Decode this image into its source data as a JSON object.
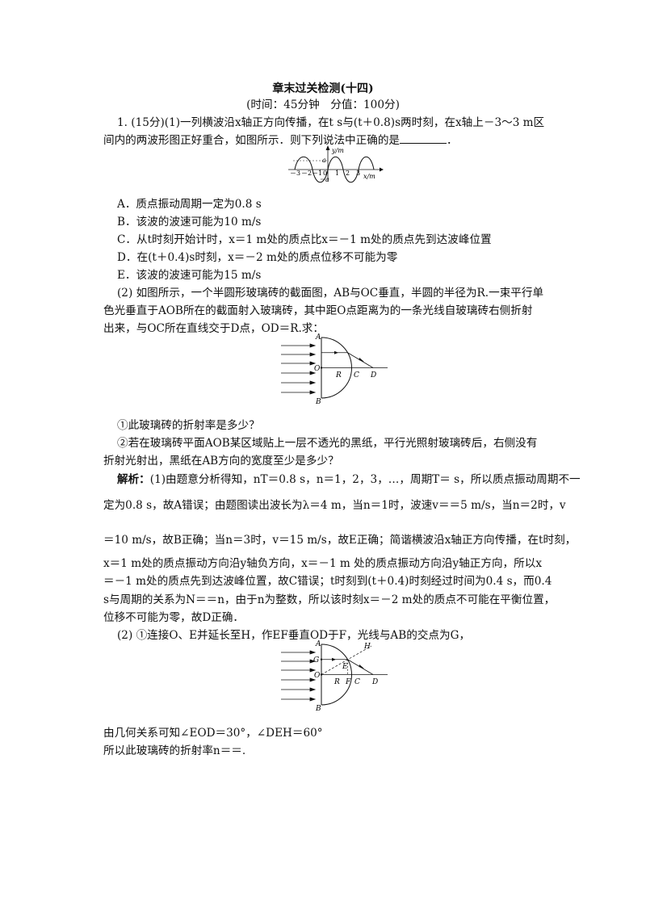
{
  "header": {
    "title": "章末过关检测(十四)",
    "subtitle": "(时间：45分钟　分值：100分)"
  },
  "q1": {
    "stem_l1": "1. (15分)(1)一列横波沿x轴正方向传播，在t s与(t＋0.8)s两时刻，在x轴上－3～3 m区",
    "stem_l2": "间内的两波形图正好重合，如图所示．则下列说法中正确的是",
    "stem_l2_end": "．",
    "options": [
      "A．质点振动周期一定为0.8 s",
      "B．该波的波速可能为10 m/s",
      "C．从t时刻开始计时，x＝1 m处的质点比x＝－1 m处的质点先到达波峰位置",
      "D．在(t＋0.4)s时刻，x＝－2 m处的质点位移不可能为零",
      "E．该波的波速可能为15 m/s"
    ],
    "part2_l1": "(2) 如图所示，一个半圆形玻璃砖的截面图，AB与OC垂直，半圆的半径为R.一束平行单",
    "part2_l2": "色光垂直于AOB所在的截面射入玻璃砖，其中距O点距离为的一条光线自玻璃砖右侧折射",
    "part2_l3": "出来，与OC所在直线交于D点，OD＝R.求：",
    "sub1": "①此玻璃砖的折射率是多少？",
    "sub2_l1": "②若在玻璃砖平面AOB某区域贴上一层不透光的黑纸，平行光照射玻璃砖后，右侧没有",
    "sub2_l2": "折射光射出，黑纸在AB方向的宽度至少是多少？"
  },
  "wave_figure": {
    "y_label": "y/m",
    "x_label": "x/m",
    "amp_pos": "a",
    "amp_neg": "－a",
    "ticks": [
      "－3",
      "－2",
      "－1",
      "0",
      "1",
      "2",
      "3"
    ]
  },
  "fig_labels": {
    "A": "A",
    "O": "O",
    "B": "B",
    "R": "R",
    "C": "C",
    "D": "D",
    "G": "G",
    "E": "E",
    "F": "F",
    "H": "H"
  },
  "solution": {
    "label": "解析：",
    "l1_rest": "(1)由题意分析得知，nT＝0.8 s，n＝1，2，3，…，周期T＝  s，所以质点振动周期不一",
    "l2": "定为0.8 s，故A错误；由题图读出波长为λ＝4 m，当n＝1时，波速v＝＝5  m/s，当n＝2时，v",
    "l3": "＝10 m/s，故B正确；当n＝3时，v＝15 m/s，故E正确；简谐横波沿x轴正方向传播，在t时刻，",
    "l4": "x＝1 m处的质点振动方向沿y轴负方向，x＝－1 m  处的质点振动方向沿y轴正方向，所以x",
    "l5": "＝－1 m处的质点先到达波峰位置，故C错误；t时刻到(t＋0.4)时刻经过时间为0.4 s，而0.4",
    "l6": "s与周期的关系为N＝＝n，由于n为整数，所以该时刻x＝－2 m处的质点不可能在平衡位置，",
    "l7": "位移不可能为零，故D正确．",
    "p2_l1": "(2) ①连接O、E并延长至H，作EF垂直OD于F，光线与AB的交点为G，",
    "p2_l2": "由几何关系可知∠EOD＝30°，∠DEH＝60°",
    "p2_l3": "所以此玻璃砖的折射率n＝＝."
  }
}
